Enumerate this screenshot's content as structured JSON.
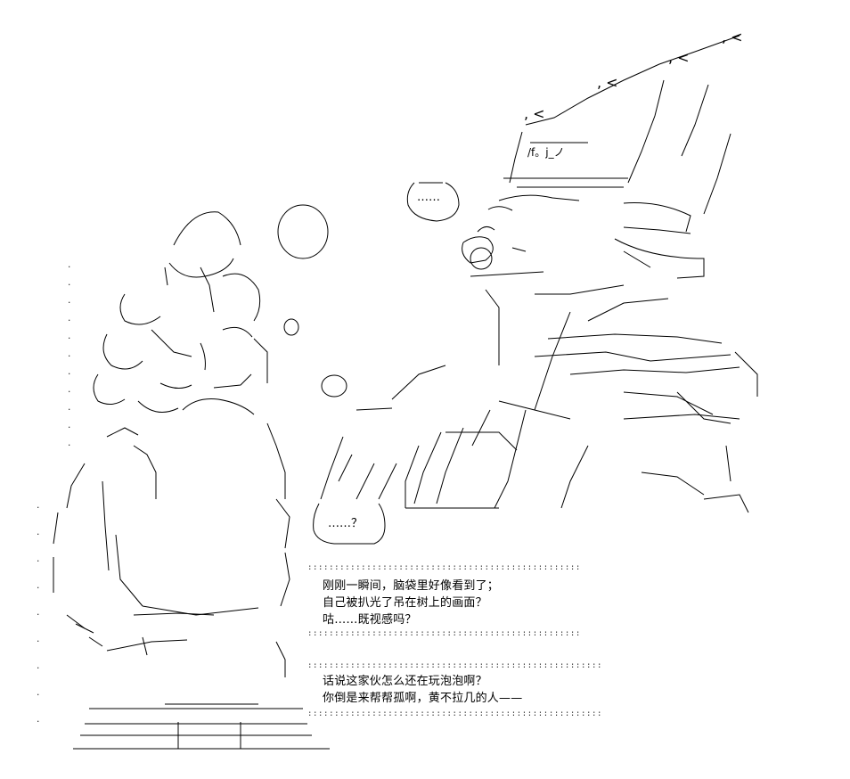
{
  "bubbles": {
    "top_ellipsis": "……",
    "question": "……？"
  },
  "dialogue": {
    "block1": [
      "刚刚一瞬间，脑袋里好像看到了；",
      "自己被扒光了吊在树上的画面？",
      "咕……既视感吗？"
    ],
    "block2": [
      "话说这家伙怎么还在玩泡泡啊？",
      "你倒是来帮帮孤啊，黄不拉几的人——"
    ]
  },
  "art_glyphs": {
    "hat_marks": ", <",
    "sign": "/f。j_ノ"
  }
}
